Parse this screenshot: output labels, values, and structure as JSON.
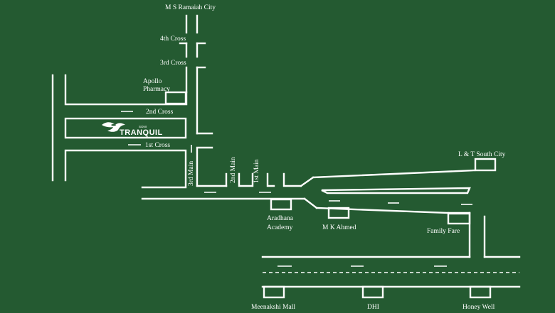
{
  "map": {
    "background_color": "#245a31",
    "line_color": "#ffffff",
    "labels": {
      "ms_ramaiah_city": "M S Ramaiah City",
      "fourth_cross": "4th Cross",
      "third_cross": "3rd Cross",
      "apollo_pharmacy_line1": "Apollo",
      "apollo_pharmacy_line2": "Pharmacy",
      "second_cross": "2nd Cross",
      "first_cross": "1st Cross",
      "third_main": "3rd Main",
      "second_main": "2nd Main",
      "first_main": "1st Main",
      "lt_south_city": "L & T South City",
      "aradhana_line1": "Aradhana",
      "aradhana_line2": "Academy",
      "mk_ahmed": "M K Ahmed",
      "family_fare": "Family Fare",
      "meenakshi_mall": "Meenakshi Mall",
      "dhi": "DHI",
      "honey_well": "Honey Well"
    },
    "logo": {
      "brand_small": "SONI",
      "brand_name": "TRANQUIL",
      "icon": "bird-icon"
    }
  }
}
